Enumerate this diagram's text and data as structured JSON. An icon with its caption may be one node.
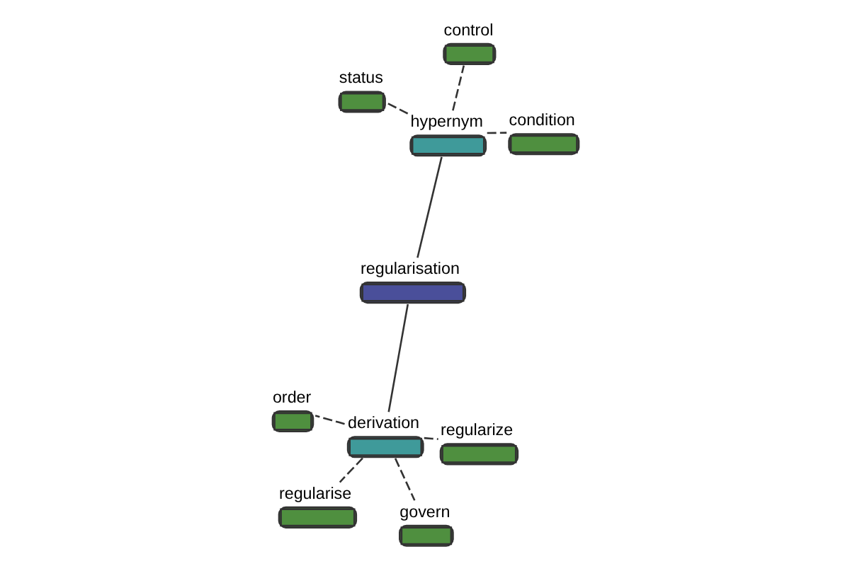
{
  "diagram": {
    "nodes": [
      {
        "text": [
          "regularisation"
        ]
      },
      {
        "text": [
          "hypernym"
        ]
      },
      {
        "text": [
          "condition"
        ]
      },
      {
        "text": [
          "status"
        ]
      },
      {
        "text": [
          "control"
        ]
      },
      {
        "text": [
          "derivation"
        ]
      },
      {
        "text": [
          "order"
        ]
      },
      {
        "text": [
          "regularize"
        ]
      },
      {
        "text": [
          "regularise"
        ]
      },
      {
        "text": [
          "govern"
        ]
      }
    ],
    "edges": [
      {
        "from": 0,
        "to": 1,
        "arrow": "none"
      },
      {
        "from": 0,
        "to": 5,
        "arrow": "none"
      },
      {
        "from": 1,
        "to": 2,
        "arrow": "none",
        "style": "dashed"
      },
      {
        "from": 1,
        "to": 3,
        "arrow": "none",
        "style": "dashed"
      },
      {
        "from": 1,
        "to": 4,
        "arrow": "none",
        "style": "dashed"
      },
      {
        "from": 5,
        "to": 6,
        "arrow": "none",
        "style": "dashed"
      },
      {
        "from": 5,
        "to": 7,
        "arrow": "none",
        "style": "dashed"
      },
      {
        "from": 5,
        "to": 8,
        "arrow": "none",
        "style": "dashed"
      },
      {
        "from": 5,
        "to": 9,
        "arrow": "none",
        "style": "dashed"
      }
    ]
  }
}
